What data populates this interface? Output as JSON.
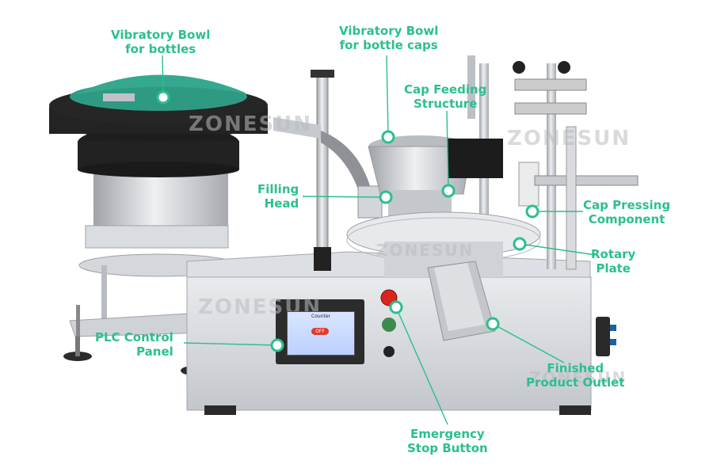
{
  "labels": {
    "vibratory_bowl_bottles": [
      "Vibratory Bowl",
      "for bottles"
    ],
    "vibratory_bowl_caps": [
      "Vibratory Bowl",
      "for bottle caps"
    ],
    "cap_feeding": [
      "Cap Feeding",
      "Structure"
    ],
    "filling_head": [
      "Filling",
      "Head"
    ],
    "cap_pressing": [
      "Cap Pressing",
      "Component"
    ],
    "rotary_plate": [
      "Rotary",
      "Plate"
    ],
    "plc_panel": [
      "PLC Control",
      "Panel"
    ],
    "finished_outlet": [
      "Finished",
      "Product Outlet"
    ],
    "emergency_stop": [
      "Emergency",
      "Stop Button"
    ]
  },
  "watermark": "ZONESUN",
  "screen": {
    "title": "Counter",
    "button": "OFF"
  },
  "colors": {
    "accent": "#2bbf8f",
    "bowl_green": "#2f9a82",
    "steel": "#c9ccd1"
  }
}
